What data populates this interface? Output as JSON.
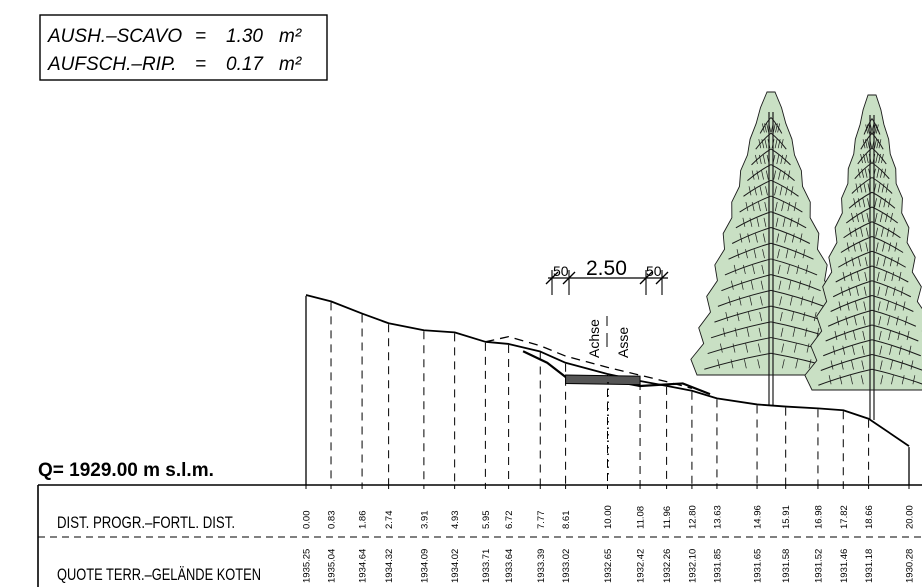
{
  "quantities": {
    "excavation": {
      "label": "AUSH.–SCAVO",
      "eq": "=",
      "value": "1.30",
      "unit": "m²"
    },
    "fill": {
      "label": "AUFSCH.–RIP.",
      "eq": "=",
      "value": "0.17",
      "unit": "m²"
    }
  },
  "datum": {
    "text": "Q=  1929.00  m  s.l.m."
  },
  "path": {
    "width": "2.50",
    "shoulder_left": "50",
    "shoulder_right": "50"
  },
  "axis": {
    "label_de": "Achse",
    "label_it": "Asse"
  },
  "table": {
    "row1_label": "DIST. PROGR.–FORTL. DIST.",
    "row2_label": "QUOTE TERR.–GELÄNDE KOTEN"
  },
  "chart_data": {
    "type": "line",
    "title": "",
    "xlabel": "DIST. PROGR.–FORTL. DIST.",
    "ylabel": "QUOTE TERR.–GELÄNDE KOTEN",
    "datum_elevation": 1929.0,
    "ylim": [
      1929.0,
      1935.5
    ],
    "xlim": [
      0.0,
      20.0
    ],
    "distances": [
      "0.00",
      "0.83",
      "1.86",
      "2.74",
      "3.91",
      "4.93",
      "5.95",
      "6.72",
      "7.77",
      "8.61",
      "10.00",
      "11.08",
      "11.96",
      "12.80",
      "13.63",
      "14.96",
      "15.91",
      "16.98",
      "17.82",
      "18.66",
      "20.00"
    ],
    "elevations": [
      "1935.25",
      "1935.04",
      "1934.64",
      "1934.32",
      "1934.09",
      "1934.02",
      "1933.71",
      "1933.64",
      "1933.39",
      "1933.02",
      "1932.65",
      "1932.42",
      "1932.26",
      "1932.10",
      "1931.85",
      "1931.65",
      "1931.58",
      "1931.52",
      "1931.46",
      "1931.18",
      "1930.28"
    ],
    "x": [
      0.0,
      0.83,
      1.86,
      2.74,
      3.91,
      4.93,
      5.95,
      6.72,
      7.77,
      8.61,
      10.0,
      11.08,
      11.96,
      12.8,
      13.63,
      14.96,
      15.91,
      16.98,
      17.82,
      18.66,
      20.0
    ],
    "y": [
      1935.25,
      1935.04,
      1934.64,
      1934.32,
      1934.09,
      1934.02,
      1933.71,
      1933.64,
      1933.39,
      1933.02,
      1932.65,
      1932.42,
      1932.26,
      1932.1,
      1931.85,
      1931.65,
      1931.58,
      1931.52,
      1931.46,
      1931.18,
      1930.28
    ],
    "project": {
      "path_width_m": 2.5,
      "shoulder_cm": 50,
      "axis_station": 10.0,
      "tread_x": [
        8.61,
        9.55,
        11.08
      ],
      "tread_y": [
        1932.65,
        1932.65,
        1932.42
      ]
    },
    "grid": false
  },
  "colors": {
    "line": "#000000",
    "tree_fill": "#c9e0c4",
    "tree_stroke": "#1a1a1a",
    "path_fill": "#555555"
  }
}
